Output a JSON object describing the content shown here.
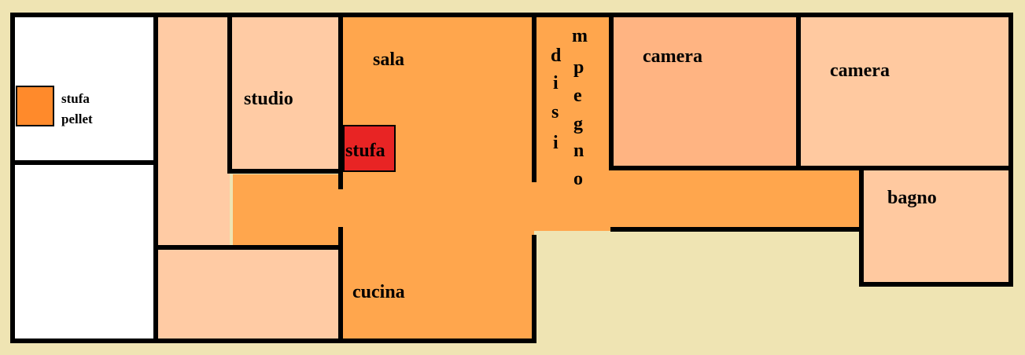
{
  "colors": {
    "background": "#efe4b3",
    "wall": "#000000",
    "white_room": "#ffffff",
    "peach_room": "#ffcba4",
    "light_salmon_room": "#ffc9a0",
    "camera_room": "#ffb482",
    "main_area": "#ffa64d",
    "stufa": "#e82424",
    "stufa_pellet": "#ff8a2b"
  },
  "rooms": {
    "sala": "sala",
    "studio": "studio",
    "cucina": "cucina",
    "camera_1": "camera",
    "camera_2": "camera",
    "bagno": "bagno"
  },
  "vertical_labels": {
    "disimpegno_left": [
      "d",
      "i",
      "s",
      "i"
    ],
    "disimpegno_right": [
      "m",
      "p",
      "e",
      "g",
      "n",
      "o"
    ]
  },
  "fixtures": {
    "stufa": "stufa",
    "stufa_pellet_line1": "stufa",
    "stufa_pellet_line2": "pellet"
  }
}
